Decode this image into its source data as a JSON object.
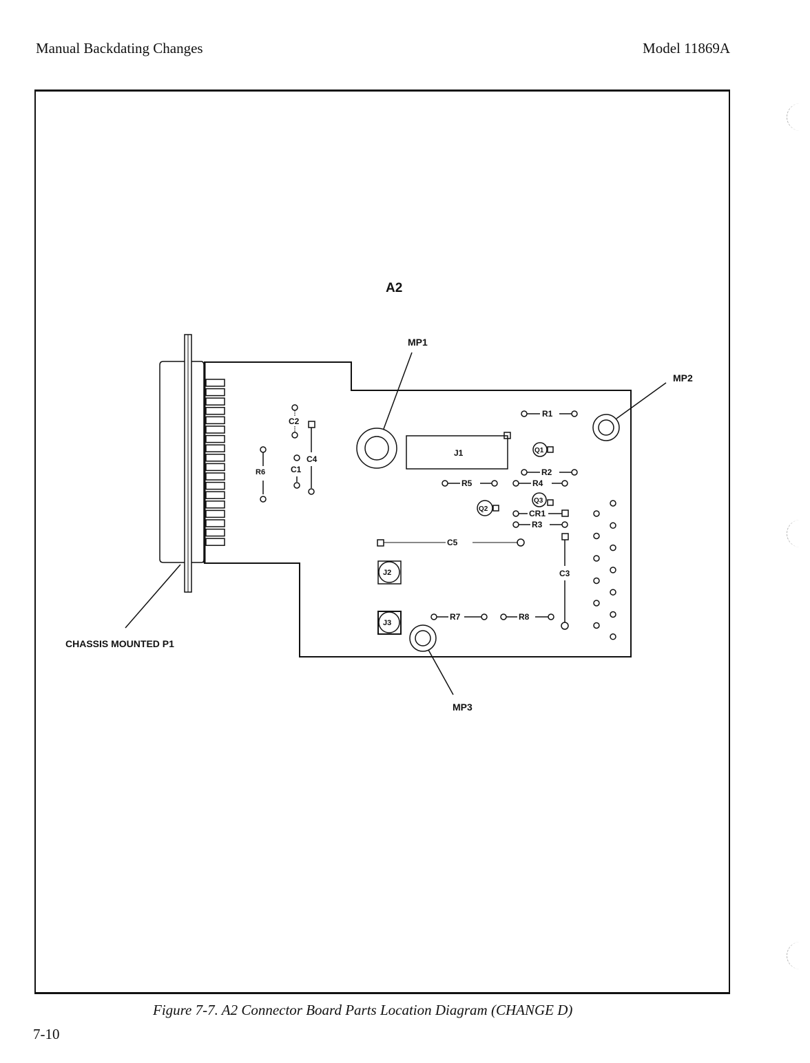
{
  "header": {
    "left_title": "Manual Backdating Changes",
    "right_title": "Model 11869A"
  },
  "figure": {
    "board_title": "A2",
    "caption": "Figure 7-7.   A2 Connector Board Parts Location Diagram (CHANGE D)",
    "callouts": {
      "mp1": "MP1",
      "mp2": "MP2",
      "mp3": "MP3",
      "p1": "CHASSIS MOUNTED P1"
    },
    "components": {
      "c1": "C1",
      "c2": "C2",
      "c3": "C3",
      "c4": "C4",
      "c5": "C5",
      "r1": "R1",
      "r2": "R2",
      "r3": "R3",
      "r4": "R4",
      "r5": "R5",
      "r6": "R6",
      "r7": "R7",
      "r8": "R8",
      "q1": "Q1",
      "q2": "Q2",
      "q3": "Q3",
      "cr1": "CR1",
      "j1": "J1",
      "j2": "J2",
      "j3": "J3"
    }
  },
  "footer": {
    "page_number": "7-10"
  }
}
